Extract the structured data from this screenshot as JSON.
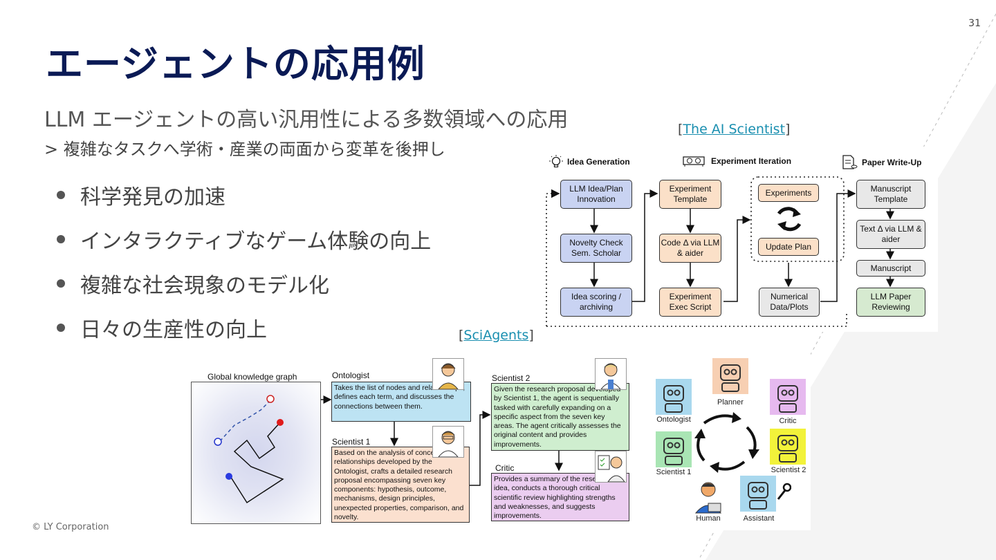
{
  "slide": {
    "page_number": "31",
    "title": "エージェントの応用例",
    "subtitle": "LLM エージェントの高い汎用性による多数領域への応用",
    "subnote": "> 複雑なタスクへ学術・産業の両面から変革を後押し",
    "bullets": [
      "科学発見の加速",
      "インタラクティブなゲーム体験の向上",
      "複雑な社会現象のモデル化",
      "日々の生産性の向上"
    ],
    "footer": "© LY Corporation"
  },
  "ai_scientist": {
    "citation": "The AI Scientist",
    "headers": {
      "idea": "Idea Generation",
      "experiment": "Experiment Iteration",
      "paper": "Paper Write-Up"
    },
    "idea_boxes": [
      "LLM Idea/Plan Innovation",
      "Novelty Check Sem. Scholar",
      "Idea scoring / archiving"
    ],
    "exp_boxes": [
      "Experiment Template",
      "Code Δ via LLM & aider",
      "Experiment Exec Script"
    ],
    "loop_boxes": [
      "Experiments",
      "Update Plan"
    ],
    "data_box": "Numerical Data/Plots",
    "paper_boxes": [
      "Manuscript Template",
      "Text Δ via LLM & aider",
      "Manuscript",
      "LLM Paper Reviewing"
    ]
  },
  "sciagents": {
    "citation": "SciAgents",
    "graph_label": "Global knowledge graph",
    "agents": {
      "ontologist": {
        "name": "Ontologist",
        "text": "Takes the list of nodes and relationships, defines each term, and discusses the connections between them."
      },
      "scientist1": {
        "name": "Scientist 1",
        "text": "Based on the analysis of concepts and relationships developed by the Ontologist, crafts a detailed research proposal encompassing seven key components: hypothesis, outcome, mechanisms, design principles, unexpected properties, comparison, and novelty."
      },
      "scientist2": {
        "name": "Scientist 2",
        "text": "Given the research proposal developed by Scientist 1, the agent is sequentially tasked with carefully expanding on a specific aspect from the seven key areas. The agent critically assesses the original content and provides improvements."
      },
      "critic": {
        "name": "Critic",
        "text": "Provides a summary of the research idea, conducts a thorough critical scientific review highlighting strengths and weaknesses, and suggests improvements."
      }
    },
    "cycle_labels": {
      "planner": "Planner",
      "ontologist": "Ontologist",
      "critic": "Critic",
      "scientist1": "Scientist 1",
      "scientist2": "Scientist 2",
      "human": "Human",
      "assistant": "Assistant"
    },
    "robot_colors": {
      "planner": "#f7cfb2",
      "ontologist": "#a9d8ee",
      "critic": "#e6b9ef",
      "scientist1": "#a9e5b4",
      "scientist2": "#f2f23a",
      "assistant": "#a9d8ee"
    }
  }
}
